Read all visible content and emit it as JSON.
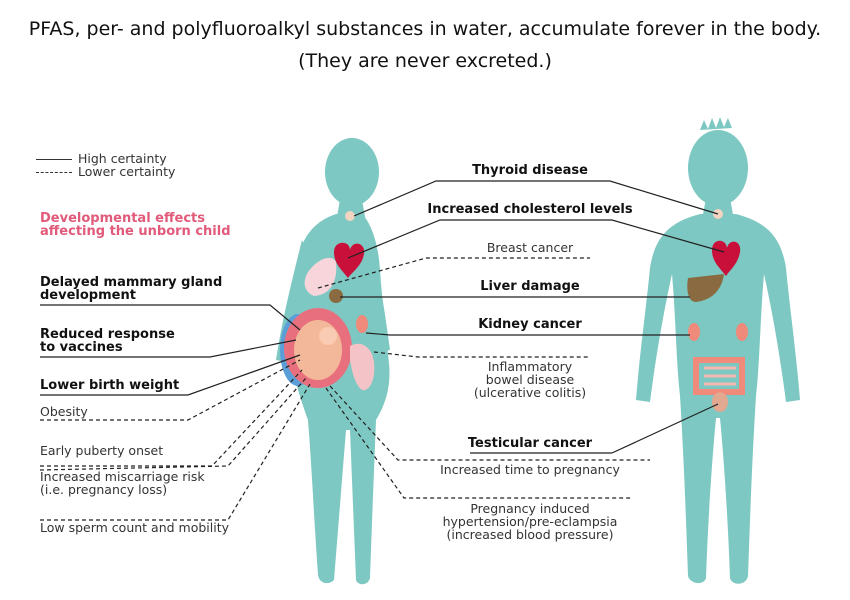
{
  "title": {
    "line1": "PFAS, per- and polyfluoroalkyl substances in water, accumulate forever in the body.",
    "line2": "(They are never excreted.)"
  },
  "legend": {
    "high": "High certainty",
    "low": "Lower certainty"
  },
  "left": {
    "developmental": "Developmental effects\naffecting the unborn child",
    "mammary": "Delayed mammary gland\ndevelopment",
    "vaccines": "Reduced response\nto vaccines",
    "birth_weight": "Lower birth weight",
    "obesity": "Obesity",
    "puberty": "Early puberty onset",
    "miscarriage": "Increased miscarriage risk\n(i.e. pregnancy loss)",
    "sperm": "Low sperm count and mobility"
  },
  "middle": {
    "thyroid": "Thyroid disease",
    "cholesterol": "Increased cholesterol levels",
    "breast": "Breast cancer",
    "liver": "Liver damage",
    "kidney": "Kidney cancer",
    "ibd": "Inflammatory\nbowel disease\n(ulcerative colitis)",
    "testicular": "Testicular cancer",
    "time_pregnancy": "Increased time to pregnancy",
    "hypertension": "Pregnancy induced\nhypertension/pre-eclampsia\n(increased blood pressure)"
  },
  "colors": {
    "body": "#7dc8c2",
    "heart": "#c8103a",
    "liver": "#8a6a40",
    "kidney": "#f08a7a",
    "uterus": "#e8707e",
    "fetus": "#f3b89a",
    "breast": "#f8d5da",
    "line": "#222222",
    "pink_text": "#e15a7a"
  }
}
